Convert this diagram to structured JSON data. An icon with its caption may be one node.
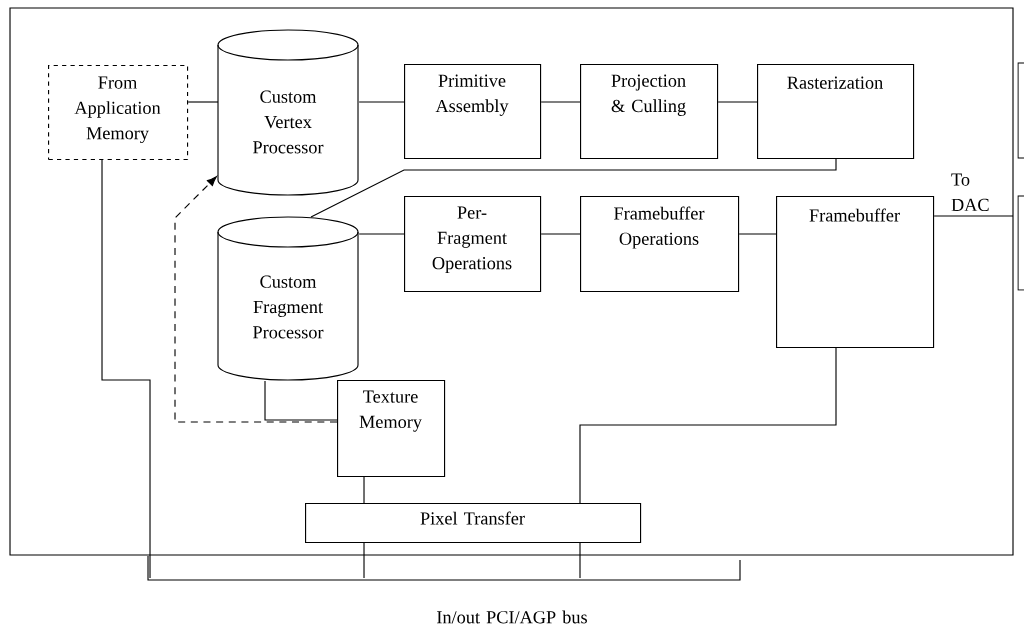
{
  "diagram": {
    "nodes": [
      {
        "text": [],
        "shape": "box"
      },
      {
        "text": [
          "From Application Memory"
        ],
        "in": 0
      },
      {
        "text": [
          "Custom Vertex Processor"
        ],
        "in": 0
      },
      {
        "text": [
          "Primitive Assembly"
        ],
        "in": 0
      },
      {
        "text": [
          "Projection & Culling"
        ],
        "in": 0
      },
      {
        "text": [
          "Rasterization"
        ],
        "in": 0
      },
      {
        "text": [
          "Custom Fragment Processor"
        ],
        "in": 0
      },
      {
        "text": [
          "Per- Fragment Operations"
        ],
        "in": 0
      },
      {
        "text": [
          "Framebuffer Operations"
        ],
        "in": 0
      },
      {
        "text": [
          "Framebuffer"
        ],
        "in": 0
      },
      {
        "text": [
          "Texture Memory"
        ],
        "in": 0
      },
      {
        "text": [
          "Pixel Transfer"
        ],
        "in": 0
      },
      {
        "text": [
          "In/out PCI/AGP bus"
        ]
      },
      {
        "text": [],
        "shape": "box"
      },
      {
        "text": [],
        "shape": "box"
      }
    ],
    "edges": [
      {
        "from": 1,
        "to": 2,
        "arrow": "none"
      },
      {
        "from": 2,
        "to": 3,
        "arrow": "none"
      },
      {
        "from": 3,
        "to": 4,
        "arrow": "none"
      },
      {
        "from": 4,
        "to": 5,
        "arrow": "none"
      },
      {
        "from": 5,
        "to": 6,
        "arrow": "none"
      },
      {
        "from": 6,
        "to": 7,
        "arrow": "none"
      },
      {
        "from": 7,
        "to": 8,
        "arrow": "none"
      },
      {
        "from": 8,
        "to": 9,
        "arrow": "none"
      },
      {
        "from": 9,
        "to": null,
        "arrow": "none",
        "label": "To DAC"
      },
      {
        "from": 6,
        "to": 10,
        "arrow": "none"
      },
      {
        "from": 10,
        "to": 2,
        "arrow": "to",
        "style": "dashed"
      },
      {
        "from": 1,
        "to": 12,
        "arrow": "none"
      },
      {
        "from": 10,
        "to": 11,
        "arrow": "none"
      },
      {
        "from": 9,
        "to": 11,
        "arrow": "none"
      },
      {
        "from": 11,
        "to": 12,
        "arrow": "none"
      },
      {
        "from": 11,
        "to": 12,
        "arrow": "none"
      }
    ]
  }
}
